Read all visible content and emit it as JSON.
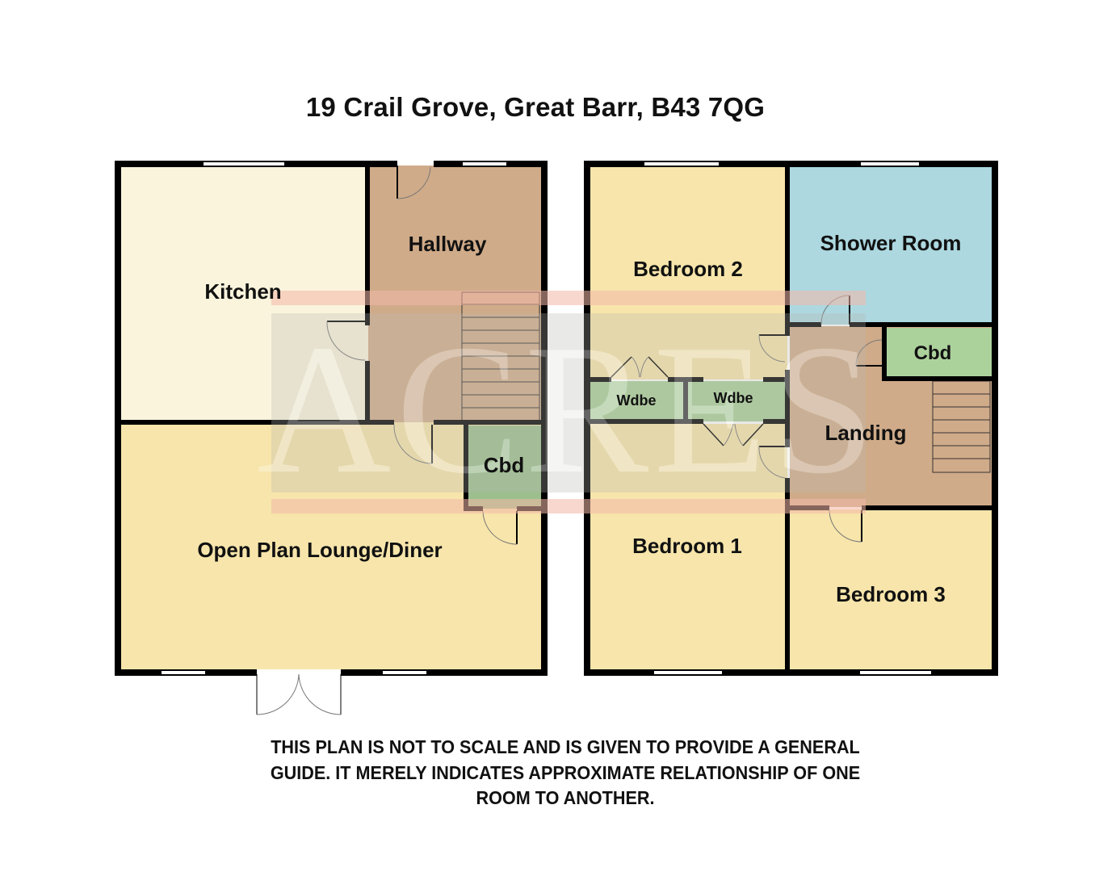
{
  "header": {
    "title": "19 Crail Grove, Great Barr, B43 7QG"
  },
  "watermark": {
    "text": "ACRES"
  },
  "ground_floor": {
    "rooms": [
      {
        "name": "Kitchen",
        "color": "#faf4dc"
      },
      {
        "name": "Hallway",
        "color": "#d0ab89"
      },
      {
        "name": "Cbd",
        "color": "#9cbf8d"
      },
      {
        "name": "Open Plan Lounge/Diner",
        "color": "#f7e5ab"
      }
    ]
  },
  "first_floor": {
    "rooms": [
      {
        "name": "Bedroom 2",
        "color": "#f7e5ab"
      },
      {
        "name": "Shower Room",
        "color": "#add8e0"
      },
      {
        "name": "Wdbe",
        "color": "#a9cf98"
      },
      {
        "name": "Wdbe",
        "color": "#a9cf98"
      },
      {
        "name": "Cbd",
        "color": "#acd29c"
      },
      {
        "name": "Landing",
        "color": "#d0ab89"
      },
      {
        "name": "Bedroom 1",
        "color": "#f7e5ab"
      },
      {
        "name": "Bedroom 3",
        "color": "#f7e5ab"
      }
    ]
  },
  "footer": {
    "disclaimer_lines": [
      "THIS PLAN IS NOT TO SCALE AND IS GIVEN TO PROVIDE A GENERAL",
      "GUIDE. IT MERELY INDICATES APPROXIMATE RELATIONSHIP OF ONE",
      "ROOM TO ANOTHER."
    ]
  },
  "colors": {
    "wall": "#000000",
    "window": "#ffffff",
    "door_line": "#888888"
  }
}
